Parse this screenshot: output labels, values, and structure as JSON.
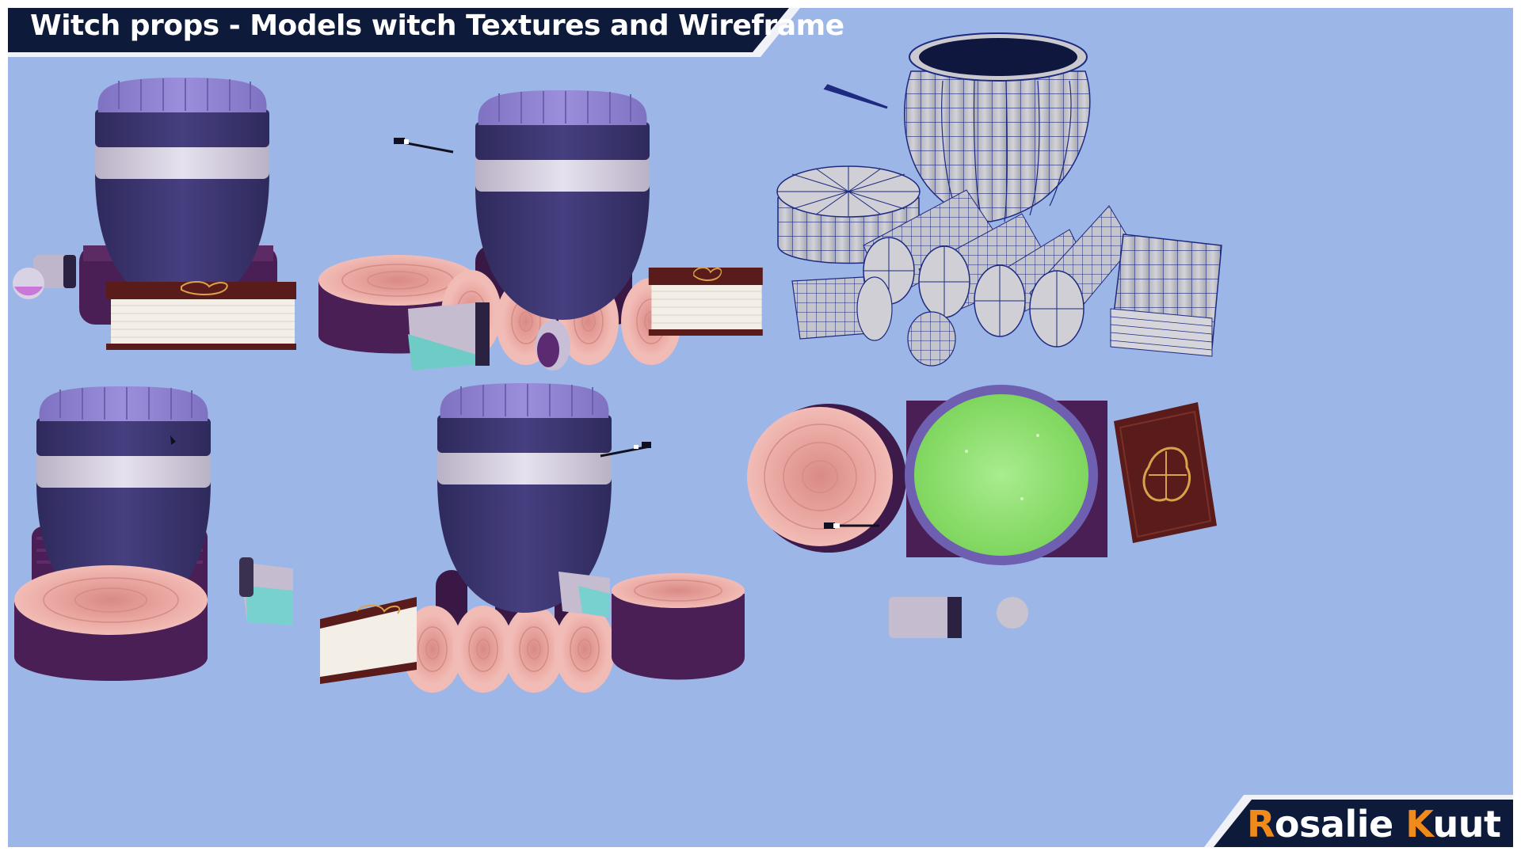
{
  "title": "Witch props - Models witch Textures and Wireframe",
  "author": {
    "first_initial": "R",
    "first_rest": "osalie ",
    "last_initial": "K",
    "last_rest": "uut"
  },
  "colors": {
    "background": "#9db6e8",
    "banner": "#0d1a3a",
    "banner_edge": "#f0f2f8",
    "accent": "#f08a1a",
    "cauldron_rim": "#8f82cf",
    "cauldron_body": "#3d3670",
    "cauldron_band": "#d9d3e3",
    "wood_face": "#e8a49e",
    "wood_bark": "#4a1f55",
    "book_cover": "#5a1c1a",
    "potion_liquid": "#79d1cf",
    "brew": "#9bea7f",
    "wire_fill": "#c9c9cf",
    "wire_line": "#1e2a80"
  },
  "icons": [
    "cauldron-icon",
    "book-icon",
    "log-icon",
    "stump-icon",
    "potion-icon",
    "wand-icon"
  ]
}
